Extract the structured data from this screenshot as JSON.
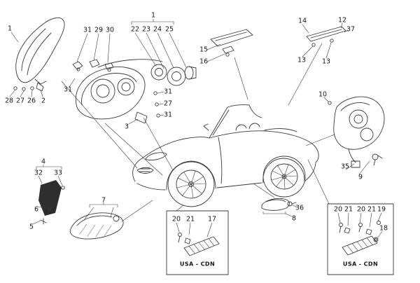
{
  "page": {
    "background": "#ffffff",
    "line_color": "#3a3a3a",
    "text_color": "#151515"
  },
  "callouts": [
    "1",
    "28",
    "27",
    "26",
    "2",
    "31",
    "29",
    "30",
    "31",
    "1",
    "22",
    "23",
    "24",
    "25",
    "31",
    "27",
    "31",
    "3",
    "14",
    "15",
    "16",
    "12",
    "37",
    "13",
    "13",
    "10",
    "35",
    "9",
    "4",
    "32",
    "33",
    "6",
    "5",
    "7",
    "20",
    "21",
    "17",
    "36",
    "8",
    "20",
    "21",
    "20",
    "21",
    "19",
    "18"
  ],
  "regions": {
    "usa_cdn_center": "USA - CDN",
    "usa_cdn_right": "USA - CDN"
  }
}
